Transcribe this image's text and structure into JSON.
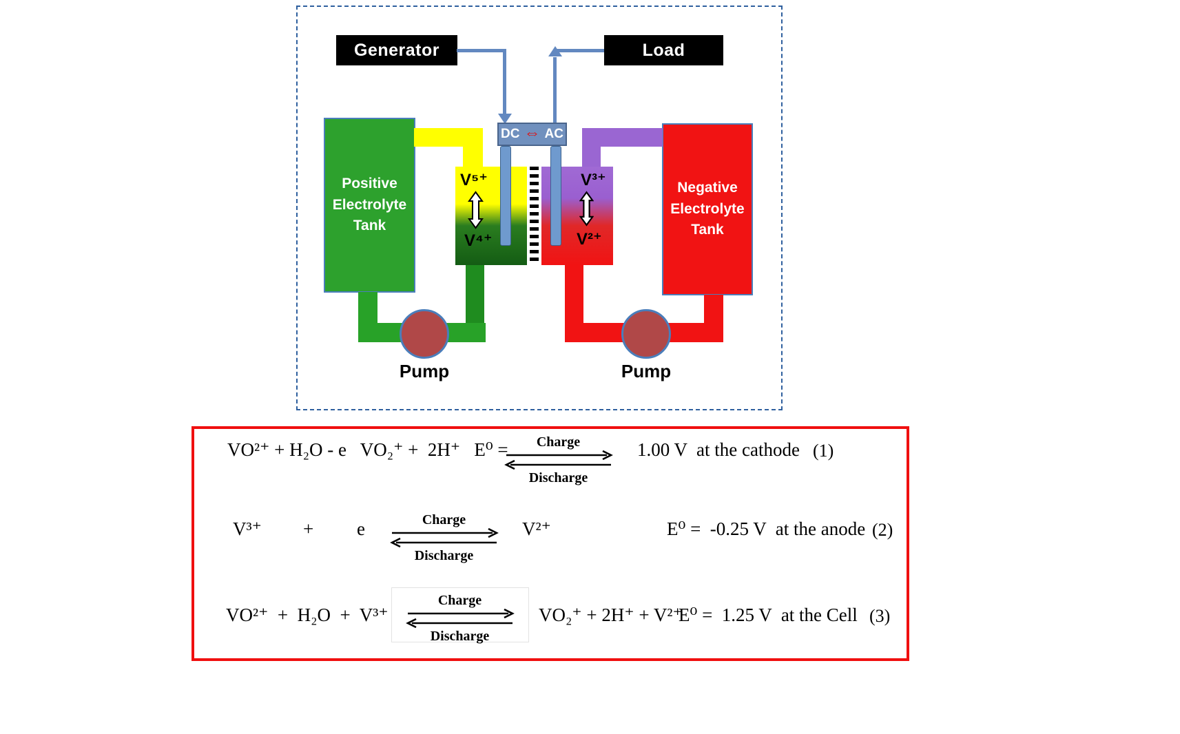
{
  "diagram": {
    "generator_label": "Generator",
    "load_label": "Load",
    "converter": {
      "left": "DC",
      "arrow": "⇔",
      "right": "AC"
    },
    "positive_tank_label": "Positive\nElectrolyte\nTank",
    "negative_tank_label": "Negative\nElectrolyte\nTank",
    "species": {
      "v5": "V⁵⁺",
      "v4": "V⁴⁺",
      "v3": "V³⁺",
      "v2": "V²⁺"
    },
    "pumps": {
      "left": "Pump",
      "right": "Pump"
    },
    "colors": {
      "frame_dashed": "#2e5f9e",
      "positive_tank": "#2da12d",
      "negative_tank": "#f11313",
      "yellow_pipe": "#ffff00",
      "green_pipe": "#28a228",
      "purple_pipe": "#9a66d2",
      "red_pipe": "#f11313",
      "electrode": "#6f9ace",
      "connector_wire": "#6288c0",
      "converter_fill": "#7090be",
      "converter_arrow": "#e01010",
      "pump": "#b04848",
      "equation_frame": "#f01010"
    }
  },
  "equations": {
    "charge_label": "Charge",
    "discharge_label": "Discharge",
    "rows": [
      {
        "pre": "VO²⁺ + H₂O - e   VO₂⁺ +  2H⁺   E⁰ =",
        "post": "1.00 V  at the cathode",
        "number": "(1)"
      },
      {
        "reactant": "V³⁺",
        "plus": "+",
        "electron": "e",
        "product": "V²⁺",
        "potential": "E⁰ =  -0.25 V  at the anode",
        "number": "(2)"
      },
      {
        "pre": "VO²⁺  +  H₂O  +  V³⁺",
        "post": "VO₂⁺ + 2H⁺ + V²⁺",
        "potential": "E⁰ =  1.25 V  at the Cell",
        "number": "(3)"
      }
    ]
  }
}
